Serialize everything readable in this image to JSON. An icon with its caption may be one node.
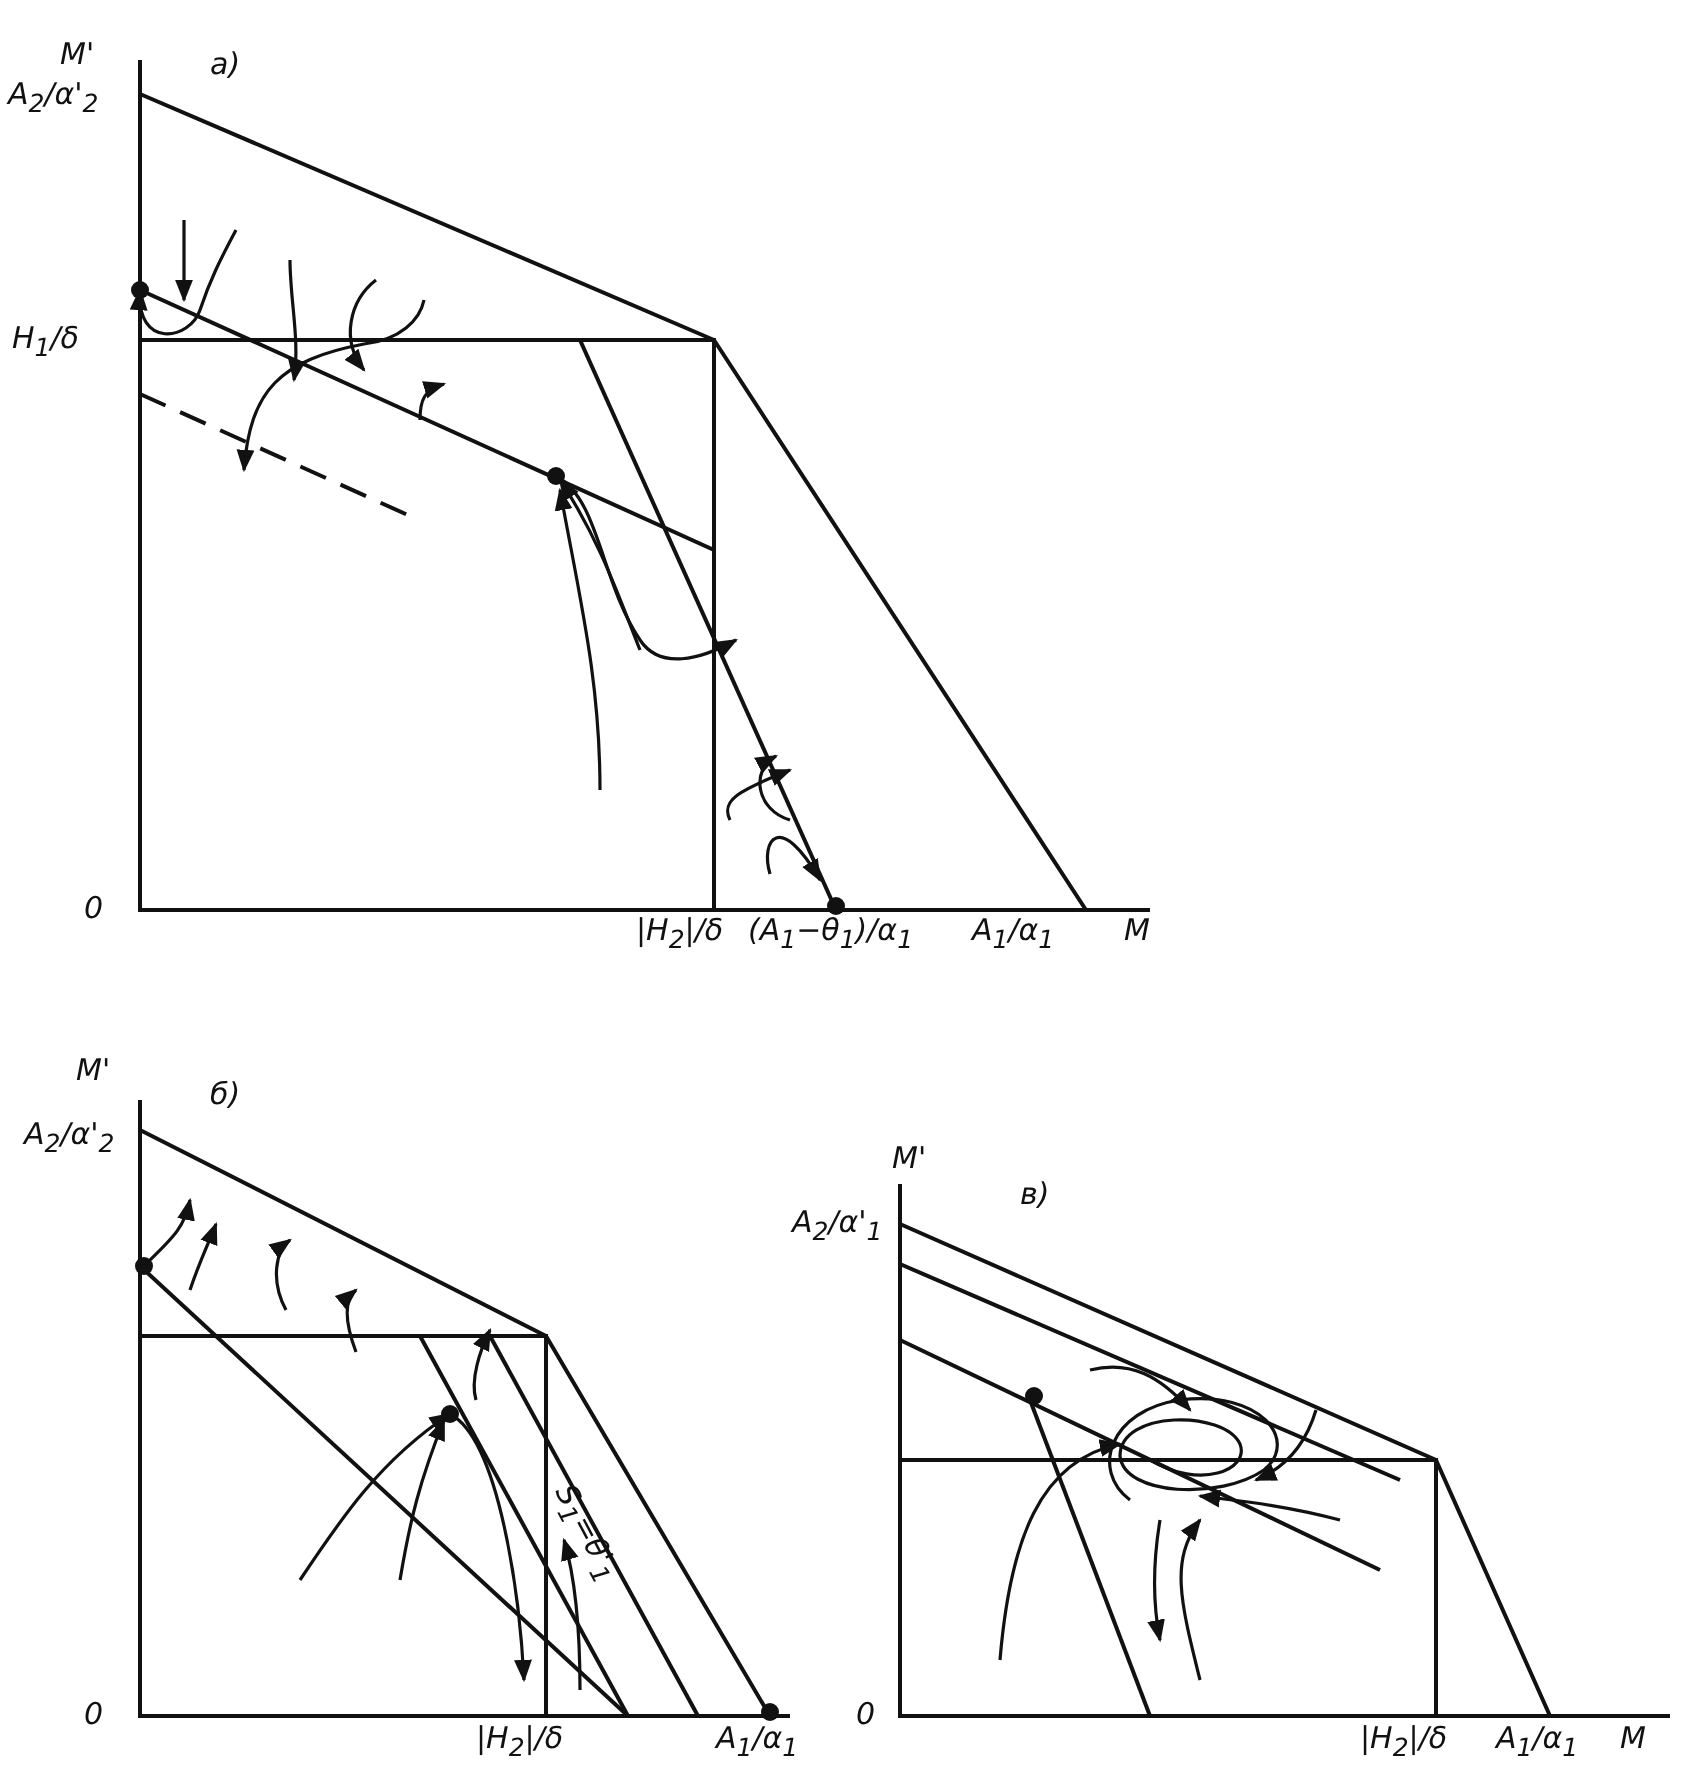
{
  "diagram": {
    "labels": [
      "M'",
      "A$_{2}$/α'$_{2}$",
      "а)",
      "H$_{1}$/δ",
      "0",
      "|H$_{2}$|/δ",
      "(A$_{1}$−θ$_{1}$)/α$_{1}$",
      "A$_{1}$/α$_{1}$",
      "M",
      "M'",
      "б)",
      "A$_{2}$/α'$_{2}$",
      "S$_{1}$=θ'$_{1}$",
      "0",
      "|H$_{2}$|/δ",
      "A$_{1}$/α$_{1}$",
      "M'",
      "в)",
      "A$_{2}$/α'$_{1}$",
      "0",
      "|H$_{2}$|/δ",
      "A$_{1}$/α$_{1}$",
      "M"
    ]
  }
}
